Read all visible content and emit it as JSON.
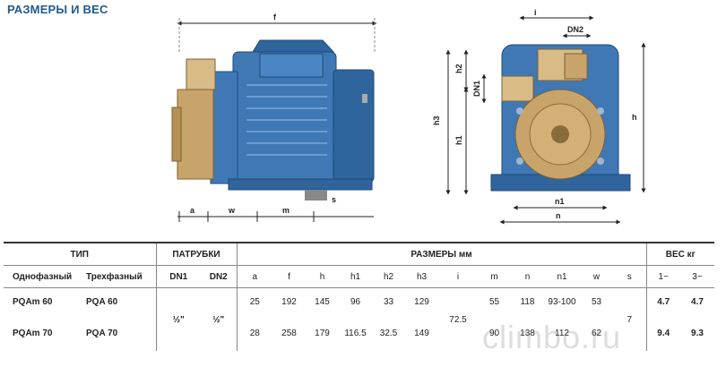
{
  "title": "РАЗМЕРЫ И ВЕС",
  "drawing_labels": {
    "f": "f",
    "a": "a",
    "w": "w",
    "m": "m",
    "s": "s",
    "i": "i",
    "dn2": "DN2",
    "dn1": "DN1",
    "h2": "h2",
    "h3": "h3",
    "h1": "h1",
    "h": "h",
    "n1": "n1",
    "n": "n"
  },
  "table": {
    "group_headers": {
      "type": "ТИП",
      "ports": "ПАТРУБКИ",
      "dims": "РАЗМЕРЫ мм",
      "weight": "ВЕС кг"
    },
    "columns": {
      "single_phase": "Однофазный",
      "three_phase": "Трехфазный",
      "dn1": "DN1",
      "dn2": "DN2",
      "a": "a",
      "f": "f",
      "h": "h",
      "h1": "h1",
      "h2": "h2",
      "h3": "h3",
      "i": "i",
      "m": "m",
      "n": "n",
      "n1": "n1",
      "w": "w",
      "s": "s",
      "w1": "1~",
      "w3": "3~"
    },
    "shared": {
      "dn1": "½\"",
      "dn2": "½\"",
      "i": "72.5",
      "s": "7"
    },
    "rows": [
      {
        "single": "PQAm 60",
        "three": "PQA 60",
        "a": "25",
        "f": "192",
        "h": "145",
        "h1": "96",
        "h2": "33",
        "h3": "129",
        "m": "55",
        "n": "118",
        "n1": "93-100",
        "w": "53",
        "w1": "4.7",
        "w3": "4.7"
      },
      {
        "single": "PQAm 70",
        "three": "PQA 70",
        "a": "28",
        "f": "258",
        "h": "179",
        "h1": "116.5",
        "h2": "32.5",
        "h3": "149",
        "m": "90",
        "n": "138",
        "n1": "112",
        "w": "62",
        "w1": "9.4",
        "w3": "9.3"
      }
    ]
  },
  "watermark": "climbo.ru",
  "colors": {
    "title": "#1f5b8f",
    "pump_blue": "#3f78b5",
    "brass": "#c9a46a"
  }
}
